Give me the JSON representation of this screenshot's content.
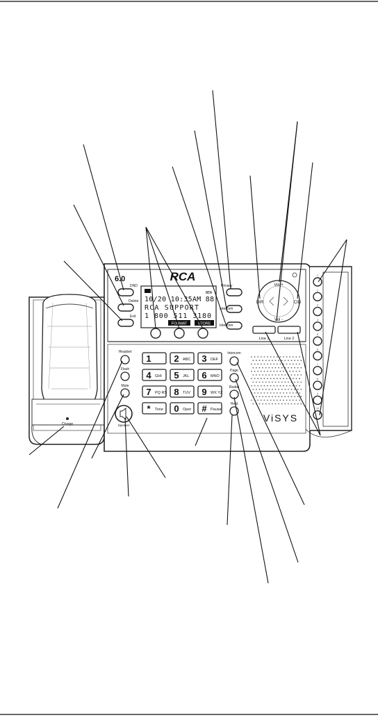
{
  "device": {
    "brand": "RCA",
    "version_badge": "6.0",
    "product_name": "ViSYS",
    "display": {
      "indicator": "NEW",
      "line1": "10/20 10:35AM 88",
      "line2": "RCA SUPPORT",
      "line3": "1 800 511 3180",
      "soft_left": "FORMAT",
      "soft_right": "STORE"
    },
    "left_buttons": [
      "DND",
      "Delete",
      "Exit"
    ],
    "right_buttons": [
      "Privacy",
      "Intercom",
      "Intercom"
    ],
    "nav": {
      "vol_up": "Vol +",
      "vol_down": "Vol -",
      "left": "DIR",
      "right": "CID"
    },
    "line_buttons": [
      "Line 1",
      "Line 2"
    ],
    "function_keys_left": [
      "Headset",
      "Flash",
      "Mute",
      "Speaker"
    ],
    "function_keys_right": [
      "Intercom",
      "Page",
      "Redial",
      "Hold"
    ],
    "charge_label": "Charge",
    "keypad": [
      {
        "digit": "1",
        "letters": ""
      },
      {
        "digit": "2",
        "letters": "ABC"
      },
      {
        "digit": "3",
        "letters": "DEF"
      },
      {
        "digit": "4",
        "letters": "GHI"
      },
      {
        "digit": "5",
        "letters": "JKL"
      },
      {
        "digit": "6",
        "letters": "MNO"
      },
      {
        "digit": "7",
        "letters": "PQ RS"
      },
      {
        "digit": "8",
        "letters": "TUV"
      },
      {
        "digit": "9",
        "letters": "WX YZ"
      },
      {
        "digit": "*",
        "letters": "Tone"
      },
      {
        "digit": "0",
        "letters": "Oper"
      },
      {
        "digit": "#",
        "letters": "Pause"
      }
    ],
    "memory_keys": [
      "1",
      "2",
      "3",
      "4",
      "5",
      "6",
      "7",
      "8",
      "9",
      "10"
    ]
  }
}
